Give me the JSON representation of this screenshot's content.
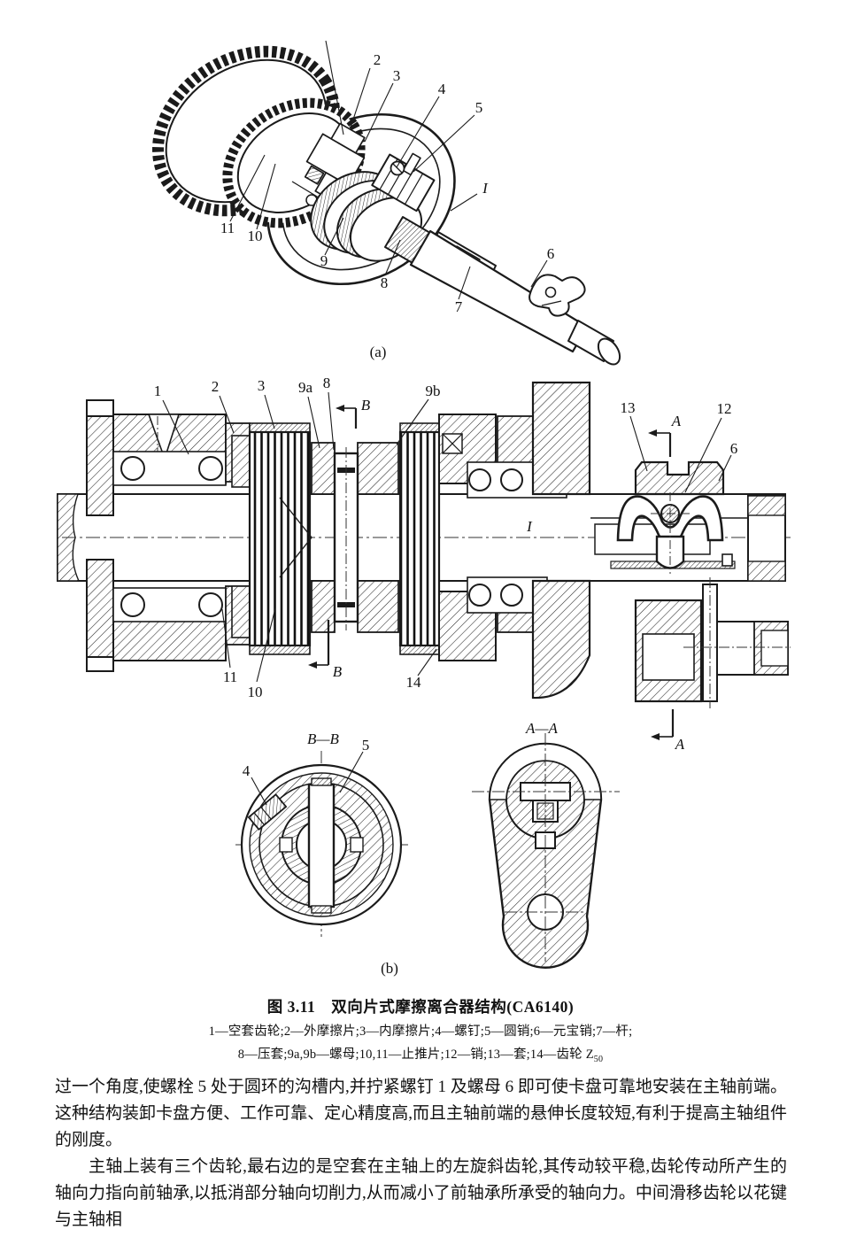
{
  "figure": {
    "a": {
      "caption": "(a)",
      "c2": "2",
      "c3": "3",
      "c4": "4",
      "c5": "5",
      "cI": "I",
      "c6": "6",
      "c7": "7",
      "c8": "8",
      "c9": "9",
      "c10": "10",
      "c11": "11"
    },
    "b": {
      "caption": "(b)",
      "c1": "1",
      "c2": "2",
      "c3": "3",
      "c9a": "9a",
      "c8": "8",
      "c9b": "9b",
      "c13": "13",
      "c12": "12",
      "c6": "6",
      "cI": "I",
      "c11": "11",
      "c10": "10",
      "c14": "14"
    },
    "bb": {
      "title": "B—B",
      "c4": "4",
      "c5": "5"
    },
    "aa": {
      "title": "A—A"
    },
    "arrows": {
      "A": "A",
      "B": "B"
    }
  },
  "caption": {
    "text": "图 3.11　双向片式摩擦离合器结构(CA6140)"
  },
  "legend": {
    "line1": "1—空套齿轮;2—外摩擦片;3—内摩擦片;4—螺钉;5—圆销;6—元宝销;7—杆;",
    "line2_main": "8—压套;9a,9b—螺母;10,11—止推片;12—销;13—套;14—齿轮 Z",
    "line2_sub": "50"
  },
  "body": {
    "p1": "过一个角度,使螺栓 5 处于圆环的沟槽内,并拧紧螺钉 1 及螺母 6 即可使卡盘可靠地安装在主轴前端。这种结构装卸卡盘方便、工作可靠、定心精度高,而且主轴前端的悬伸长度较短,有利于提高主轴组件的刚度。",
    "p2": "主轴上装有三个齿轮,最右边的是空套在主轴上的左旋斜齿轮,其传动较平稳,齿轮传动所产生的轴向力指向前轴承,以抵消部分轴向切削力,从而减小了前轴承所承受的轴向力。中间滑移齿轮以花键与主轴相"
  }
}
